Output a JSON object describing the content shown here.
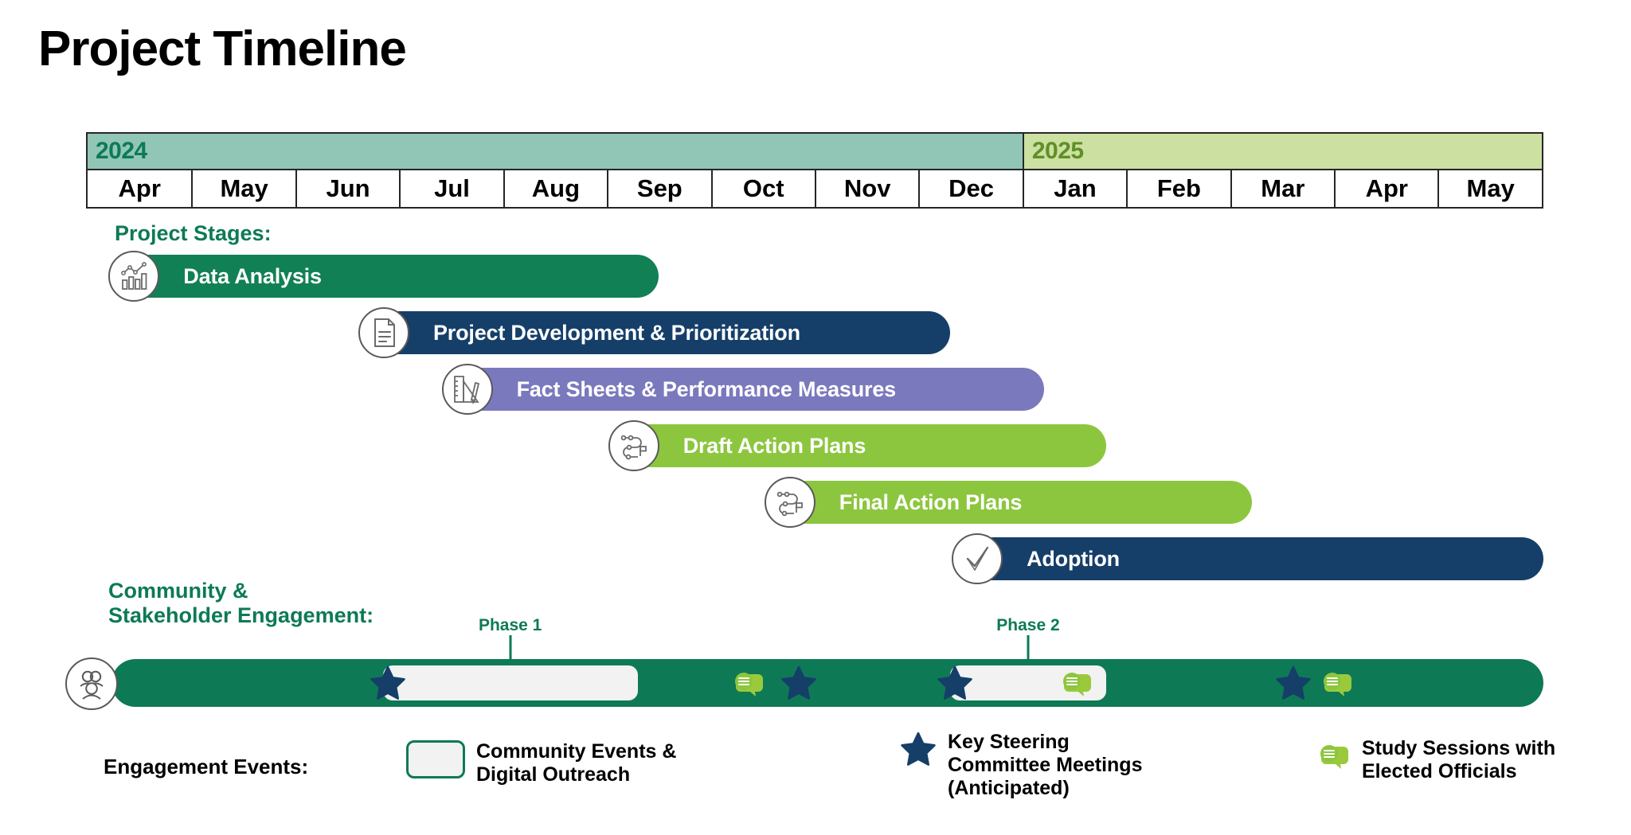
{
  "title": "Project Timeline",
  "timeline": {
    "years": [
      {
        "label": "2024",
        "months": 9,
        "bg": "#91c6b6",
        "color": "#0d7a55"
      },
      {
        "label": "2025",
        "months": 5,
        "bg": "#cce0a1",
        "color": "#5f8f27"
      }
    ],
    "months": [
      "Apr",
      "May",
      "Jun",
      "Jul",
      "Aug",
      "Sep",
      "Oct",
      "Nov",
      "Dec",
      "Jan",
      "Feb",
      "Mar",
      "Apr",
      "May"
    ]
  },
  "stages": {
    "label": "Project Stages:",
    "items": [
      {
        "name": "Data Analysis",
        "icon": "chart-icon",
        "color": "#118055",
        "start": 0.4,
        "end": 5.5
      },
      {
        "name": "Project Development & Prioritization",
        "icon": "document-icon",
        "color": "#153f69",
        "start": 2.8,
        "end": 8.3
      },
      {
        "name": "Fact Sheets & Performance Measures",
        "icon": "ruler-pencil-icon",
        "color": "#7b79bd",
        "start": 3.6,
        "end": 9.2
      },
      {
        "name": "Draft Action Plans",
        "icon": "roadmap-icon",
        "color": "#8cc63e",
        "start": 5.2,
        "end": 9.8
      },
      {
        "name": "Final Action Plans",
        "icon": "roadmap-icon",
        "color": "#8cc63e",
        "start": 6.7,
        "end": 11.2
      },
      {
        "name": "Adoption",
        "icon": "check-icon",
        "color": "#153f69",
        "start": 8.5,
        "end": 14.0
      }
    ]
  },
  "engagement": {
    "label": "Community &\nStakeholder Engagement:",
    "icon": "people-group-icon",
    "phases": [
      {
        "label": "Phase 1",
        "start": 2.85,
        "end": 5.3
      },
      {
        "label": "Phase 2",
        "start": 8.3,
        "end": 9.8
      }
    ],
    "markers": [
      {
        "type": "star-icon",
        "pos": 2.9
      },
      {
        "type": "speech-bubble-icon",
        "pos": 6.35
      },
      {
        "type": "star-icon",
        "pos": 6.85
      },
      {
        "type": "star-icon",
        "pos": 8.35
      },
      {
        "type": "speech-bubble-icon",
        "pos": 9.5
      },
      {
        "type": "star-icon",
        "pos": 11.6
      },
      {
        "type": "speech-bubble-icon",
        "pos": 12.0
      }
    ]
  },
  "legend": {
    "title": "Engagement Events:",
    "items": [
      {
        "icon": "rounded-box-swatch",
        "label": "Community Events &\nDigital Outreach"
      },
      {
        "icon": "star-icon",
        "label": "Key Steering\nCommittee Meetings\n(Anticipated)"
      },
      {
        "icon": "speech-bubble-icon",
        "label": "Study Sessions with\nElected Officials"
      }
    ]
  },
  "colors": {
    "brand_green": "#0d7a55",
    "navy": "#153f69",
    "purple": "#7b79bd",
    "lime": "#8cc63e",
    "teal_header": "#91c6b6",
    "green_header": "#cce0a1"
  }
}
